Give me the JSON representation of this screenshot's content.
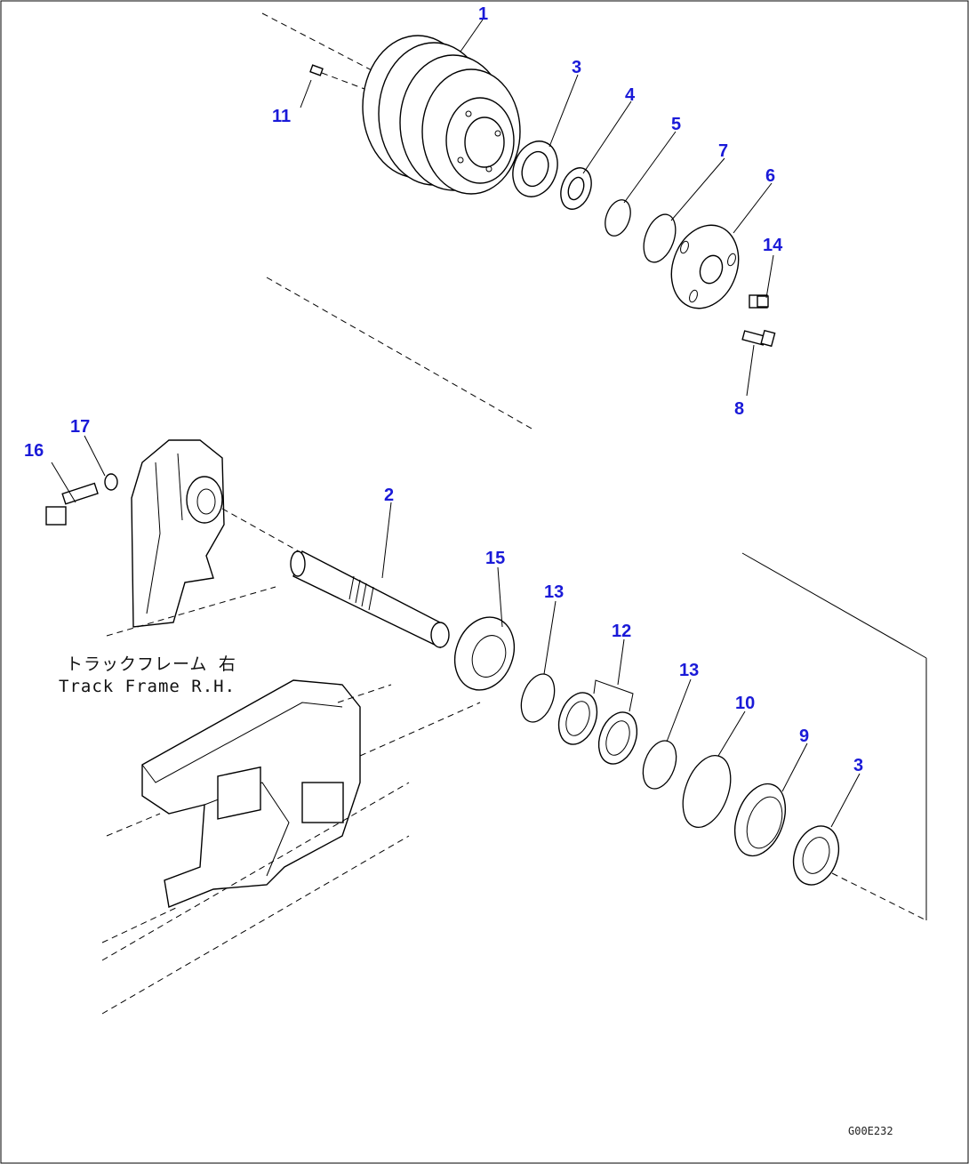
{
  "callouts": [
    "1",
    "2",
    "3",
    "4",
    "5",
    "6",
    "7",
    "8",
    "9",
    "10",
    "11",
    "12",
    "13",
    "14",
    "15",
    "16",
    "17",
    "3",
    "13"
  ],
  "frame_label": {
    "line1": "トラックフレーム 右",
    "line2": "Track Frame R.H."
  },
  "drawing_code": "G00E232"
}
